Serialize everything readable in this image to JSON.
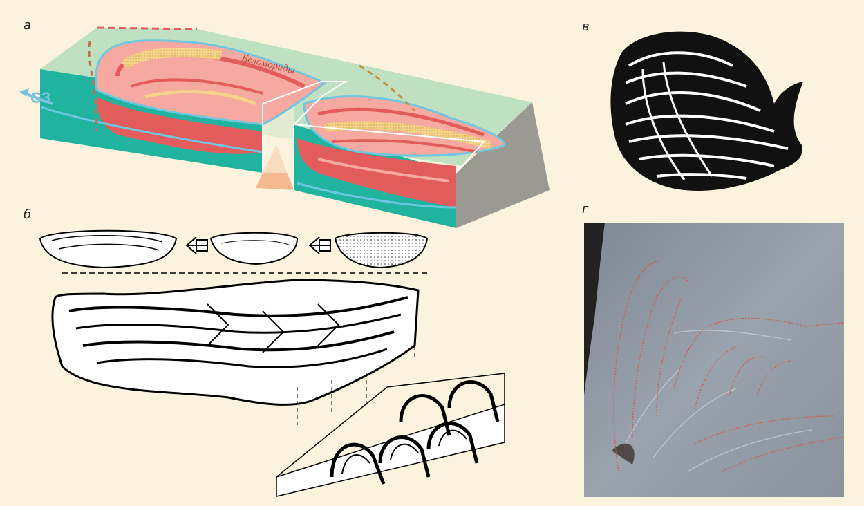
{
  "panels": {
    "a": {
      "label": "а",
      "direction_label": "СЗ",
      "rock_label": "Беломориды"
    },
    "b": {
      "label": "б"
    },
    "v": {
      "label": "в"
    },
    "g": {
      "label": "г"
    }
  },
  "colors": {
    "background": "#fbf3de",
    "block_top": "#bfe0c1",
    "block_side": "#20b3a0",
    "block_end": "#9a9a93",
    "fold_red": "#e35c5c",
    "fold_pink": "#f5a9a0",
    "fold_yellow": "#f3d48a",
    "contour_blue": "#6fc6e0",
    "photo_grey": "#8e96a2"
  }
}
